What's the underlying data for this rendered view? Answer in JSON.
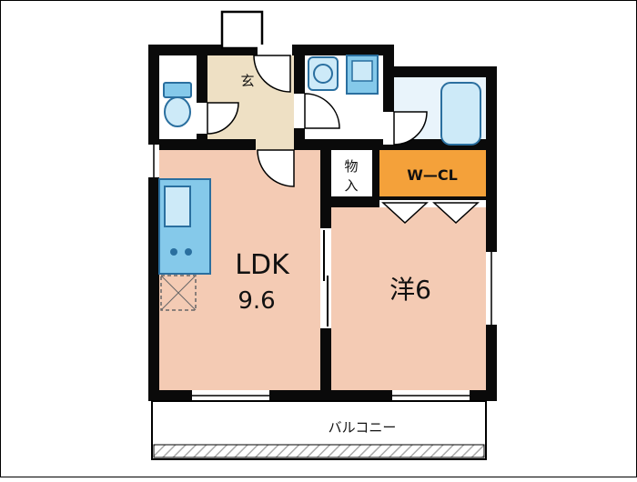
{
  "floorplan": {
    "rooms": {
      "entrance": {
        "label": "玄"
      },
      "storage": {
        "label": "物入",
        "line1": "物",
        "line2": "入"
      },
      "walk_in_closet": {
        "label": "W—CL"
      },
      "ldk": {
        "label": "LDK",
        "size": "9.6"
      },
      "western_room": {
        "label": "洋6"
      },
      "balcony": {
        "label": "バルコニー"
      }
    },
    "colors": {
      "room_pink": "#f4cbb4",
      "entrance_beige": "#eee0c4",
      "closet_orange": "#f4a13a",
      "bath_floor": "#e9f4fb",
      "fixture_blue_mid": "#85c9ea",
      "fixture_blue_light": "#cdeaf8",
      "fixture_stroke": "#2a6f9f",
      "wall_black": "#0a0a0a",
      "hatch_gray": "#aaaaaa"
    }
  }
}
